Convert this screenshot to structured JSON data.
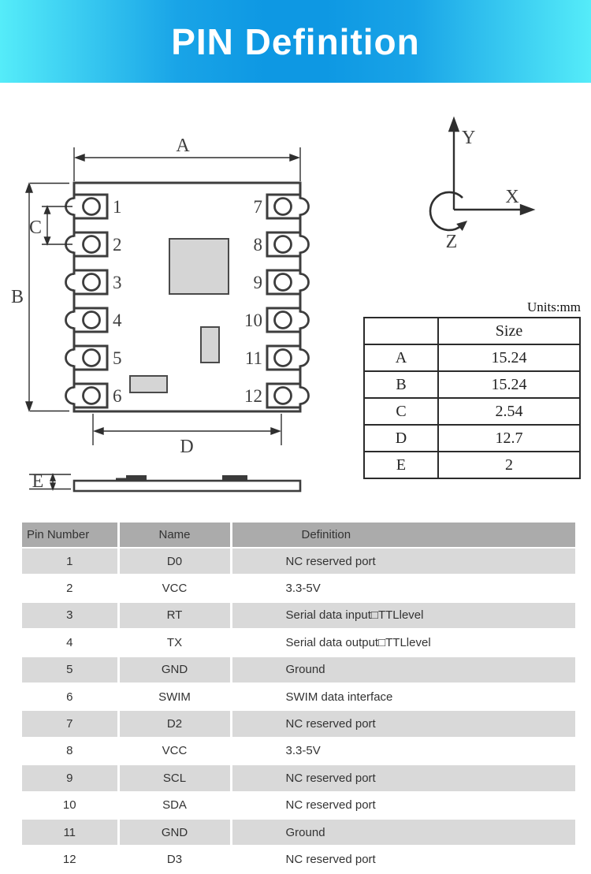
{
  "header": {
    "title": "PIN Definition"
  },
  "diagram": {
    "dim_labels": {
      "a": "A",
      "b": "B",
      "c": "C",
      "d": "D",
      "e": "E"
    },
    "left_pin_numbers": [
      "1",
      "2",
      "3",
      "4",
      "5",
      "6"
    ],
    "right_pin_numbers": [
      "7",
      "8",
      "9",
      "10",
      "11",
      "12"
    ],
    "axis_labels": {
      "x": "X",
      "y": "Y",
      "z": "Z"
    }
  },
  "size_table": {
    "units_label": "Units:mm",
    "header": [
      "",
      "Size"
    ],
    "rows": [
      [
        "A",
        "15.24"
      ],
      [
        "B",
        "15.24"
      ],
      [
        "C",
        "2.54"
      ],
      [
        "D",
        "12.7"
      ],
      [
        "E",
        "2"
      ]
    ]
  },
  "pin_table": {
    "headers": [
      "Pin Number",
      "Name",
      "Definition"
    ],
    "rows": [
      [
        "1",
        "D0",
        "NC reserved port"
      ],
      [
        "2",
        "VCC",
        "3.3-5V"
      ],
      [
        "3",
        "RT",
        "Serial data input□TTLlevel"
      ],
      [
        "4",
        "TX",
        "Serial data output□TTLlevel"
      ],
      [
        "5",
        "GND",
        "Ground"
      ],
      [
        "6",
        "SWIM",
        "SWIM data interface"
      ],
      [
        "7",
        "D2",
        "NC reserved port"
      ],
      [
        "8",
        "VCC",
        "3.3-5V"
      ],
      [
        "9",
        "SCL",
        "NC reserved port"
      ],
      [
        "10",
        "SDA",
        "NC reserved port"
      ],
      [
        "11",
        "GND",
        "Ground"
      ],
      [
        "12",
        "D3",
        "NC reserved port"
      ]
    ]
  },
  "colors": {
    "header_gradient_edge": "#55ecf9",
    "header_gradient_center": "#0e98e3",
    "title_text": "#ffffff",
    "pin_table_header_bg": "#ababab",
    "pin_table_alt_row_bg": "#d9d9d9",
    "diagram_stroke": "#3d3d3d"
  }
}
